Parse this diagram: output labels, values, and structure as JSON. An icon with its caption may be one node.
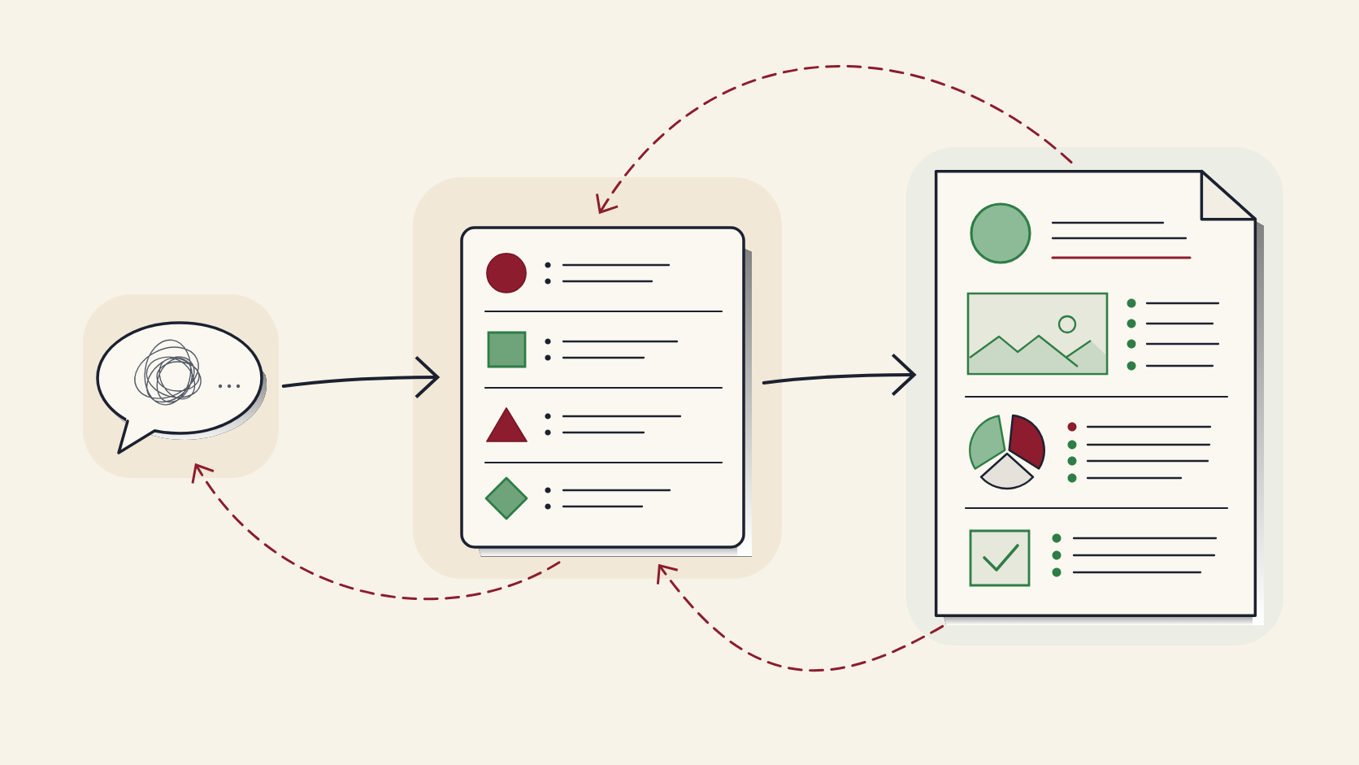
{
  "diagram": {
    "nodes": [
      {
        "text": [],
        "shape": "bubble"
      },
      {
        "text": [],
        "shape": "box"
      },
      {
        "text": [],
        "shape": "document"
      }
    ],
    "edges": [
      {
        "from": 0,
        "to": 1,
        "arrow": "to",
        "color": "#1c2130"
      },
      {
        "from": 1,
        "to": 2,
        "arrow": "to",
        "color": "#1c2130"
      },
      {
        "from": 2,
        "to": 1,
        "arrow": "to",
        "style": "dashed",
        "color": "#8c1c2e"
      },
      {
        "from": 1,
        "to": 0,
        "arrow": "to",
        "style": "dashed",
        "color": "#8c1c2e"
      },
      {
        "from": 2,
        "to": 1,
        "arrow": "to",
        "style": "dashed",
        "color": "#8c1c2e"
      }
    ]
  }
}
